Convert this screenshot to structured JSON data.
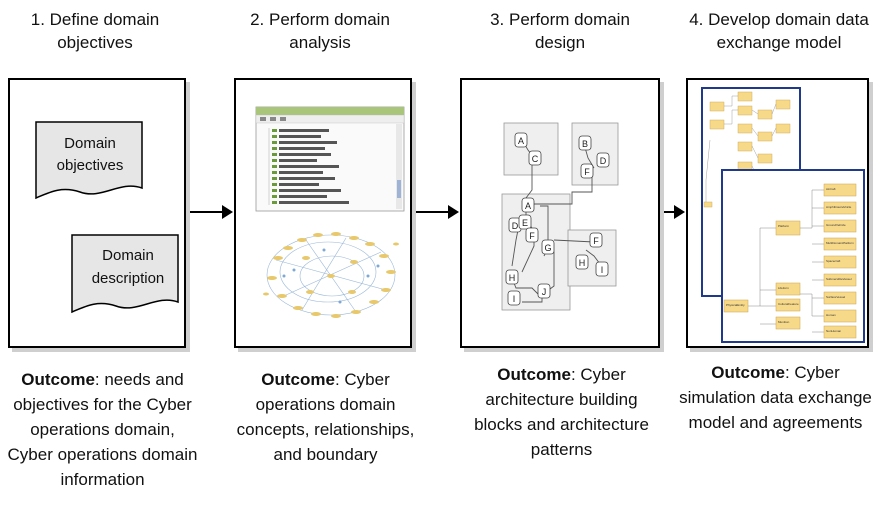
{
  "steps": [
    {
      "title_line1": "1. Define domain",
      "title_line2": "objectives",
      "outcome_label": "Outcome",
      "outcome_lines": [
        ": needs and",
        "objectives for the Cyber",
        "operations domain,",
        "Cyber operations domain",
        "information"
      ],
      "docs": [
        {
          "line1": "Domain",
          "line2": "objectives"
        },
        {
          "line1": "Domain",
          "line2": "description"
        }
      ]
    },
    {
      "title_line1": "2. Perform domain",
      "title_line2": "analysis",
      "outcome_label": "Outcome",
      "outcome_lines": [
        ": Cyber",
        "operations domain",
        "concepts, relationships,",
        "and boundary"
      ]
    },
    {
      "title_line1": "3. Perform domain",
      "title_line2": "design",
      "outcome_label": "Outcome",
      "outcome_lines": [
        ": Cyber",
        "architecture building",
        "blocks and architecture",
        "patterns"
      ],
      "nodes": [
        "A",
        "C",
        "B",
        "F",
        "D",
        "A",
        "D",
        "E",
        "F",
        "G",
        "H",
        "I",
        "J",
        "F",
        "H",
        "I"
      ]
    },
    {
      "title_line1": "4. Develop domain data",
      "title_line2": "exchange model",
      "outcome_label": "Outcome",
      "outcome_lines": [
        ": Cyber",
        "simulation data exchange",
        "model and agreements"
      ],
      "model_labels": [
        "Platform",
        "Aircraft",
        "AmphibiousVehicle",
        "GroundVehicle",
        "MultiDomainPlatform",
        "Spacecraft",
        "SubmersibleVessel",
        "SurfaceVessel",
        "Human",
        "NonHuman",
        "Lifeform",
        "CulturalFeature",
        "Munition",
        "PhysicalEntity"
      ]
    }
  ],
  "colors": {
    "doc_fill": "#e6e6e6",
    "model_border": "#1f3a8a",
    "model_box": "#f7d98a",
    "tree_header": "#a8c57a"
  }
}
